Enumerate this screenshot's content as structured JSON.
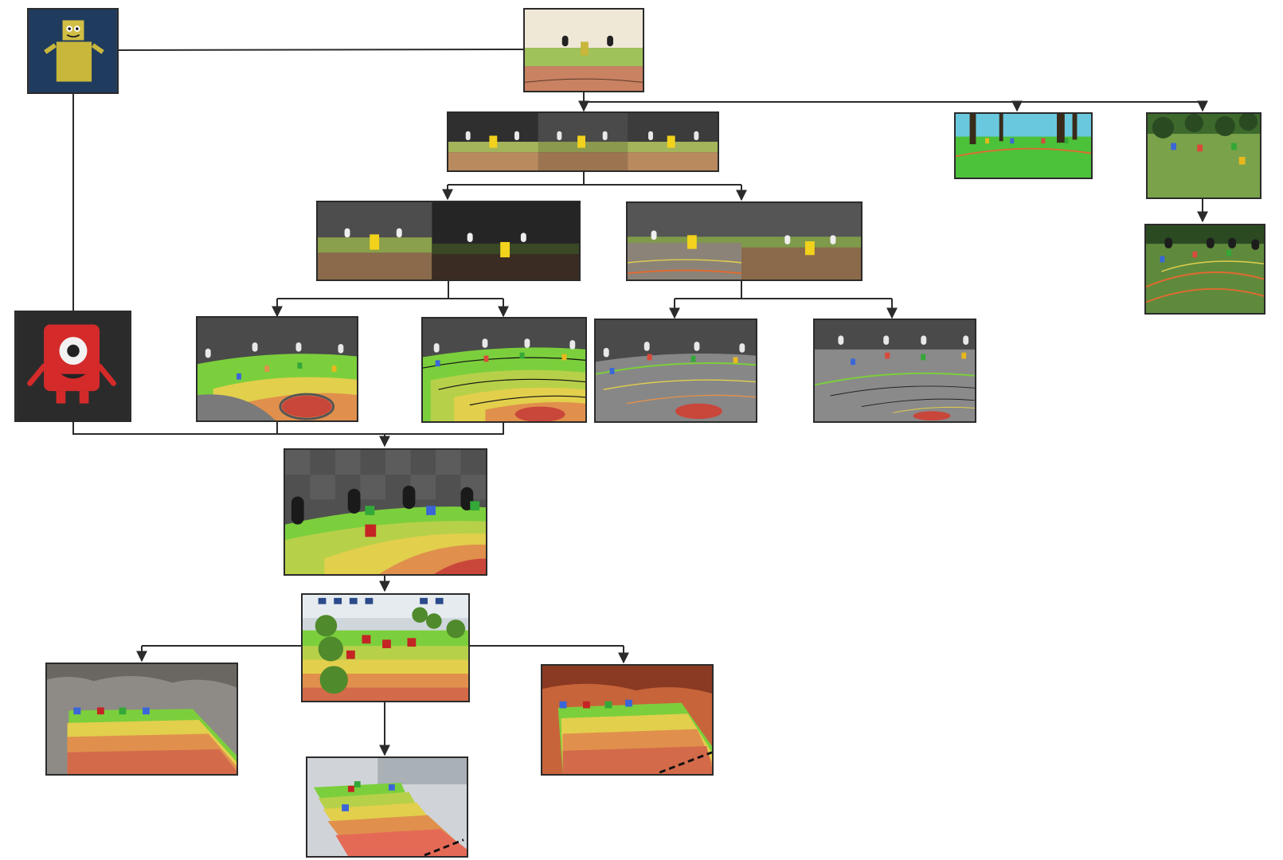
{
  "diagram": {
    "type": "design-iteration-tree",
    "nodes": [
      {
        "id": "n-yellow-character",
        "scene": "yellow-robot-character"
      },
      {
        "id": "n-root",
        "scene": "first-prototype-room"
      },
      {
        "id": "n-ab-lighting",
        "scene": "three-lighting-variants"
      },
      {
        "id": "n-forest-1",
        "scene": "forest-scene"
      },
      {
        "id": "n-forest-2",
        "scene": "forest-clearing"
      },
      {
        "id": "n-forest-3",
        "scene": "forest-rings-with-doors"
      },
      {
        "id": "n-lit-dark",
        "scene": "light-and-dark-room"
      },
      {
        "id": "n-ring-lines",
        "scene": "ring-line-variants"
      },
      {
        "id": "n-red-character",
        "scene": "red-one-eyed-character"
      },
      {
        "id": "n-pit-1",
        "scene": "stone-ring-pit"
      },
      {
        "id": "n-pit-2",
        "scene": "color-gradient-rings"
      },
      {
        "id": "n-pit-3",
        "scene": "grey-ring-pit"
      },
      {
        "id": "n-pit-4",
        "scene": "grey-floor-rings"
      },
      {
        "id": "n-merged",
        "scene": "gradient-arena-with-monsters"
      },
      {
        "id": "n-courtyard",
        "scene": "school-courtyard"
      },
      {
        "id": "n-moon",
        "scene": "rocky-grey-terrain"
      },
      {
        "id": "n-mars",
        "scene": "red-rocky-terrain"
      },
      {
        "id": "n-yard-flat",
        "scene": "courtyard-flat-stripes"
      }
    ],
    "edges": [
      {
        "from": "n-yellow-character",
        "to": "n-root",
        "arrow": false
      },
      {
        "from": "n-yellow-character",
        "to": "n-red-character",
        "arrow": false
      },
      {
        "from": "n-root",
        "to": "n-ab-lighting",
        "arrow": true
      },
      {
        "from": "n-root",
        "to": "n-forest-1",
        "arrow": true
      },
      {
        "from": "n-root",
        "to": "n-forest-2",
        "arrow": true
      },
      {
        "from": "n-forest-2",
        "to": "n-forest-3",
        "arrow": true
      },
      {
        "from": "n-ab-lighting",
        "to": "n-lit-dark",
        "arrow": true
      },
      {
        "from": "n-ab-lighting",
        "to": "n-ring-lines",
        "arrow": true
      },
      {
        "from": "n-lit-dark",
        "to": "n-pit-1",
        "arrow": true
      },
      {
        "from": "n-lit-dark",
        "to": "n-pit-2",
        "arrow": true
      },
      {
        "from": "n-ring-lines",
        "to": "n-pit-3",
        "arrow": true
      },
      {
        "from": "n-ring-lines",
        "to": "n-pit-4",
        "arrow": true
      },
      {
        "from": "n-red-character",
        "to": "n-merged",
        "arrow": true
      },
      {
        "from": "n-pit-1",
        "to": "n-merged",
        "arrow": true
      },
      {
        "from": "n-pit-2",
        "to": "n-merged",
        "arrow": true
      },
      {
        "from": "n-merged",
        "to": "n-courtyard",
        "arrow": true
      },
      {
        "from": "n-courtyard",
        "to": "n-moon",
        "arrow": true
      },
      {
        "from": "n-courtyard",
        "to": "n-mars",
        "arrow": true
      },
      {
        "from": "n-courtyard",
        "to": "n-yard-flat",
        "arrow": true
      }
    ]
  },
  "colors": {
    "line": "#2b2b2b",
    "character_yellow": "#c9b73c",
    "character_red": "#d42a2a",
    "navy_background": "#1f3b5e",
    "ring_green": "#7bcf3c",
    "ring_yellow": "#e2cf4c",
    "ring_orange": "#e0904c",
    "ring_red": "#c9463a",
    "monster_blue": "#3a66d8",
    "monster_green": "#33a838",
    "monster_red": "#c42424",
    "monster_yellow": "#e8b81c"
  }
}
